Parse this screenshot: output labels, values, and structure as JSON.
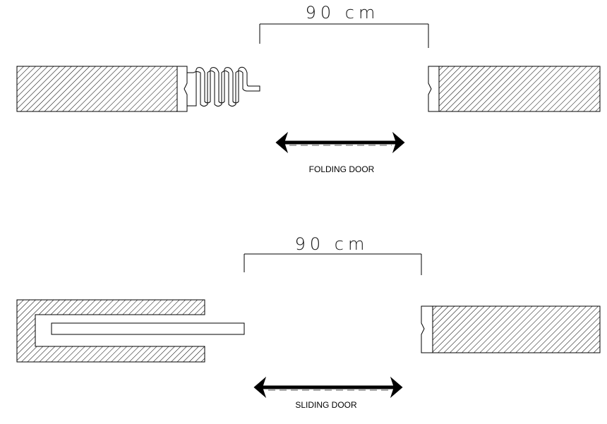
{
  "folding": {
    "dimension": "90 cm",
    "caption": "FOLDING DOOR"
  },
  "sliding": {
    "dimension": "90 cm",
    "caption": "SLIDING DOOR"
  },
  "colors": {
    "ink": "#000000",
    "background": "#ffffff"
  }
}
